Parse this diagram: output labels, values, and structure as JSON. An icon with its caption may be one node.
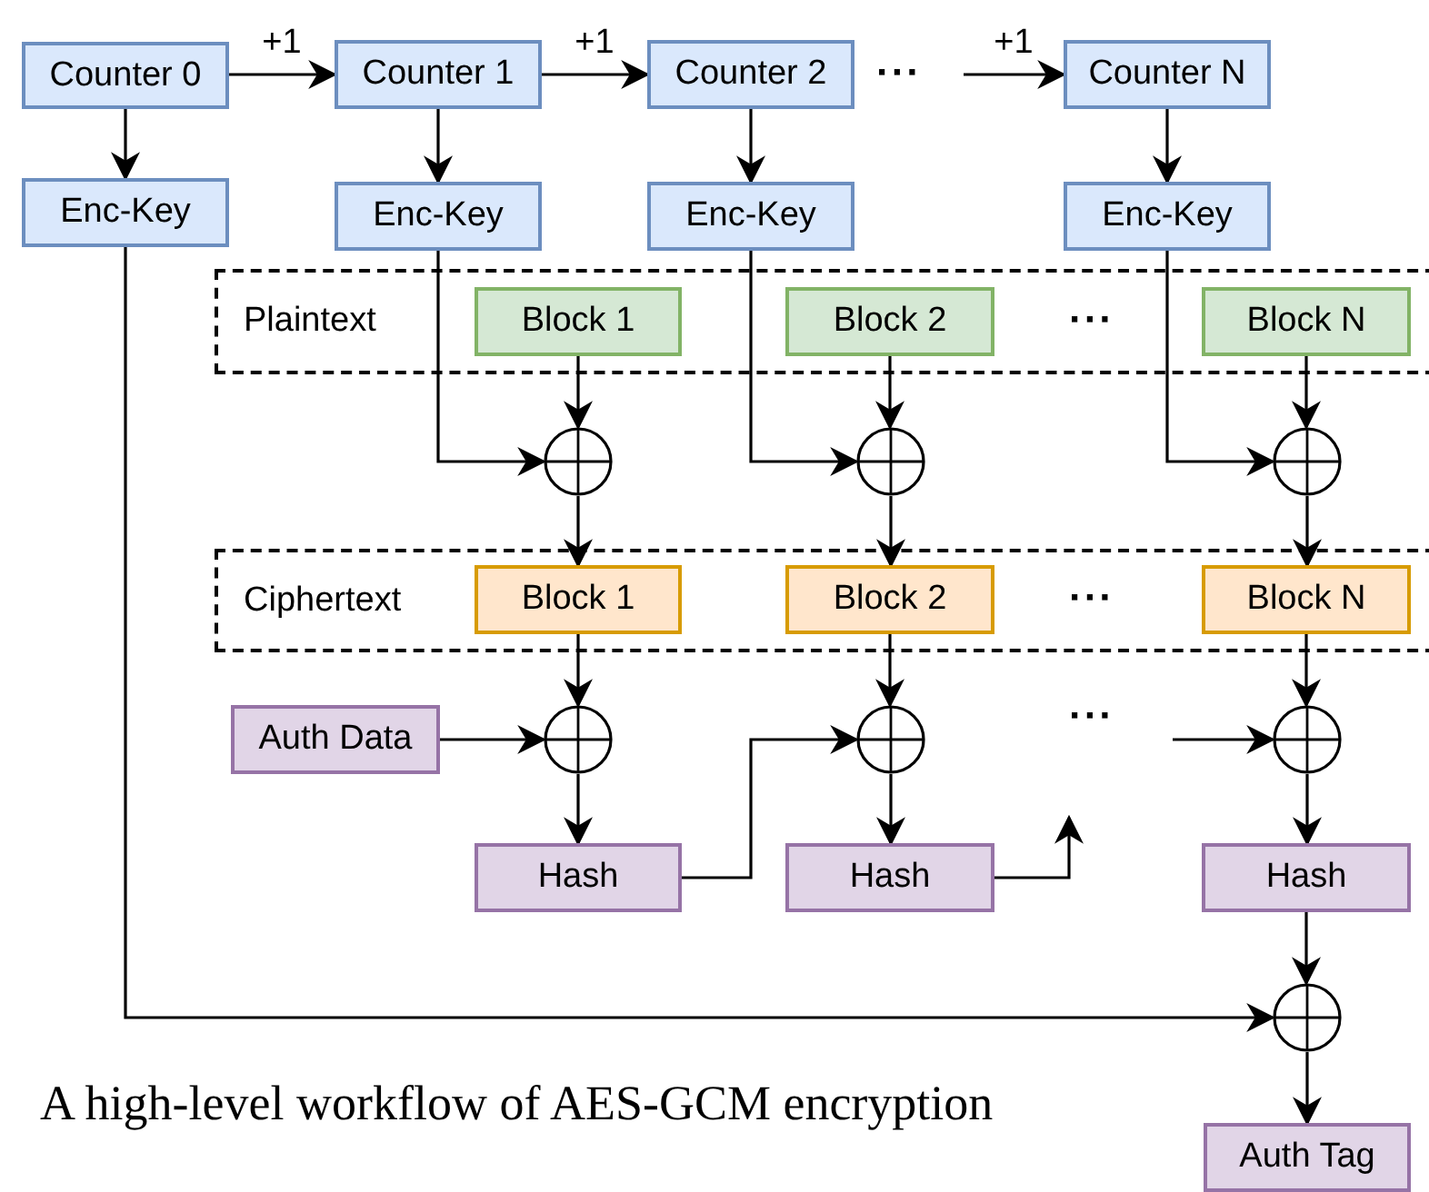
{
  "diagram": {
    "caption": "A high-level workflow of AES-GCM encryption",
    "nodes": [
      {
        "text": [
          "Counter 0"
        ]
      },
      {
        "text": [
          "Counter 1"
        ]
      },
      {
        "text": [
          "Counter 2"
        ]
      },
      {
        "text": [
          "Counter N"
        ]
      },
      {
        "text": [
          "Enc-Key"
        ]
      },
      {
        "text": [
          "Enc-Key"
        ]
      },
      {
        "text": [
          "Enc-Key"
        ]
      },
      {
        "text": [
          "Enc-Key"
        ]
      },
      {
        "text": [
          "Plaintext"
        ]
      },
      {
        "text": [
          "Block 1"
        ],
        "in": 8
      },
      {
        "text": [
          "Block 2"
        ],
        "in": 8
      },
      {
        "text": [
          "Block N"
        ],
        "in": 8
      },
      {
        "text": [],
        "shape": "circle"
      },
      {
        "text": [],
        "shape": "circle"
      },
      {
        "text": [],
        "shape": "circle"
      },
      {
        "text": [
          "Ciphertext"
        ]
      },
      {
        "text": [
          "Block 1"
        ],
        "in": 15
      },
      {
        "text": [
          "Block 2"
        ],
        "in": 15
      },
      {
        "text": [
          "Block N"
        ],
        "in": 15
      },
      {
        "text": [
          "Auth Data"
        ]
      },
      {
        "text": [],
        "shape": "circle"
      },
      {
        "text": [],
        "shape": "circle"
      },
      {
        "text": [],
        "shape": "circle"
      },
      {
        "text": [
          "Hash"
        ]
      },
      {
        "text": [
          "Hash"
        ]
      },
      {
        "text": [
          "Hash"
        ]
      },
      {
        "text": [],
        "shape": "circle"
      },
      {
        "text": [
          "Auth Tag"
        ]
      }
    ],
    "edges": [
      {
        "from": 0,
        "to": 1,
        "arrow": "to",
        "label": "+1"
      },
      {
        "from": 1,
        "to": 2,
        "arrow": "to",
        "label": "+1"
      },
      {
        "from": null,
        "to": 3,
        "arrow": "to",
        "label": "+1"
      },
      {
        "from": 0,
        "to": 4,
        "arrow": "to"
      },
      {
        "from": 1,
        "to": 5,
        "arrow": "to"
      },
      {
        "from": 2,
        "to": 6,
        "arrow": "to"
      },
      {
        "from": 3,
        "to": 7,
        "arrow": "to"
      },
      {
        "from": 5,
        "to": 12,
        "arrow": "to"
      },
      {
        "from": 6,
        "to": 13,
        "arrow": "to"
      },
      {
        "from": 7,
        "to": 14,
        "arrow": "to"
      },
      {
        "from": 9,
        "to": 12,
        "arrow": "to"
      },
      {
        "from": 10,
        "to": 13,
        "arrow": "to"
      },
      {
        "from": 11,
        "to": 14,
        "arrow": "to"
      },
      {
        "from": 12,
        "to": 16,
        "arrow": "to"
      },
      {
        "from": 13,
        "to": 17,
        "arrow": "to"
      },
      {
        "from": 14,
        "to": 18,
        "arrow": "to"
      },
      {
        "from": 16,
        "to": 20,
        "arrow": "to"
      },
      {
        "from": 17,
        "to": 21,
        "arrow": "to"
      },
      {
        "from": 18,
        "to": 22,
        "arrow": "to"
      },
      {
        "from": 19,
        "to": 20,
        "arrow": "to"
      },
      {
        "from": 20,
        "to": 23,
        "arrow": "to"
      },
      {
        "from": 21,
        "to": 24,
        "arrow": "to"
      },
      {
        "from": 22,
        "to": 25,
        "arrow": "to"
      },
      {
        "from": 23,
        "to": 21,
        "arrow": "to"
      },
      {
        "from": 24,
        "to": null,
        "arrow": "to"
      },
      {
        "from": null,
        "to": 22,
        "arrow": "to"
      },
      {
        "from": 25,
        "to": 26,
        "arrow": "to"
      },
      {
        "from": 4,
        "to": 26,
        "arrow": "to"
      },
      {
        "from": 26,
        "to": 27,
        "arrow": "to"
      }
    ],
    "labels": [
      "···",
      "···",
      "···",
      "···"
    ]
  }
}
